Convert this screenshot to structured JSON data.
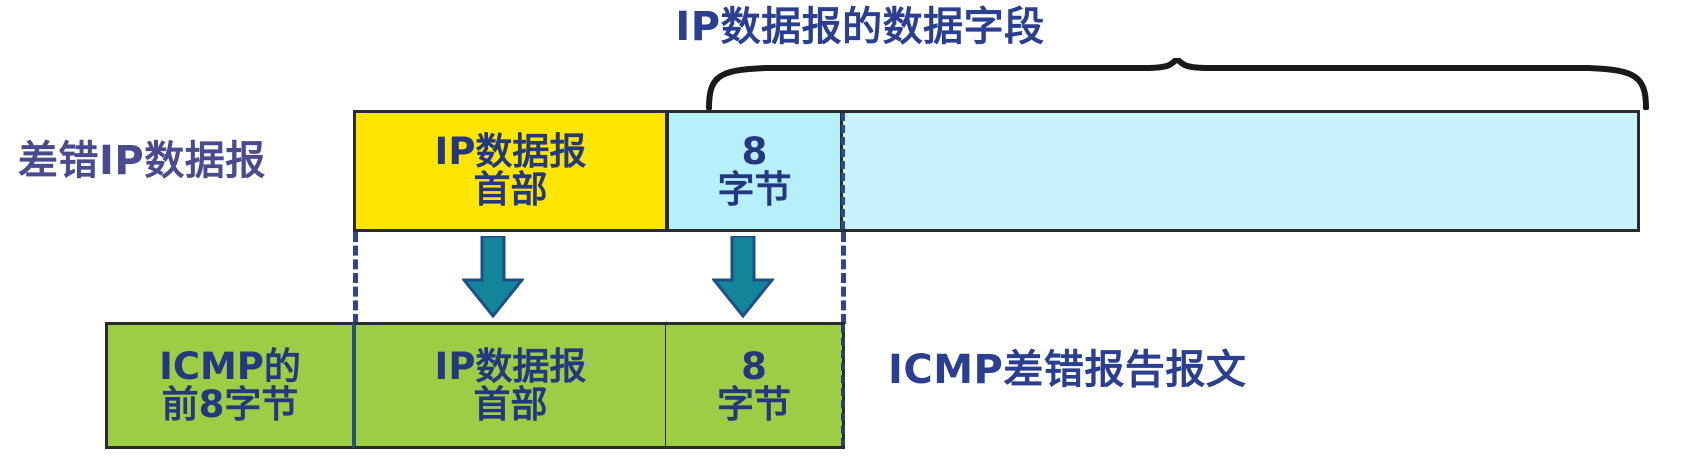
{
  "diagram": {
    "title_top": "IP数据报的数据字段",
    "label_left": "差错IP数据报",
    "label_bottom_right": "ICMP差错报告报文",
    "colors": {
      "ip_header_fill": "#ffe500",
      "data_field_fill": "#c8f3fd",
      "eight_bytes_top_fill": "#b5f0fb",
      "icmp_row_fill": "#9ccd44",
      "arrow_fill": "#13859b",
      "text_blue": "#23387e",
      "caption_blue": "#2a3f8f",
      "border_dark": "#2b2b2b",
      "dash_blue": "#34438f"
    },
    "top_row": {
      "name": "errored-ip-datagram",
      "cells": [
        {
          "id": "ip-header",
          "text": "IP数据报\n首部",
          "fill": "#ffe500"
        },
        {
          "id": "eight-bytes",
          "text": "8\n字节",
          "fill": "#b5f0fb"
        },
        {
          "id": "data-field",
          "text": "",
          "fill": "#c8f3fd"
        }
      ]
    },
    "bottom_row": {
      "name": "icmp-error-report-message",
      "cells": [
        {
          "id": "icmp-first-8-bytes",
          "text": "ICMP的\n前8字节",
          "fill": "#9ccd44"
        },
        {
          "id": "ip-header-copy",
          "text": "IP数据报\n首部",
          "fill": "#9ccd44"
        },
        {
          "id": "eight-bytes-copy",
          "text": "8\n字节",
          "fill": "#9ccd44"
        }
      ]
    },
    "arrows": [
      {
        "id": "arrow-ip-header-copy",
        "direction": "down"
      },
      {
        "id": "arrow-eight-bytes-copy",
        "direction": "down"
      }
    ],
    "brace": {
      "id": "data-field-brace",
      "orientation": "up"
    }
  }
}
